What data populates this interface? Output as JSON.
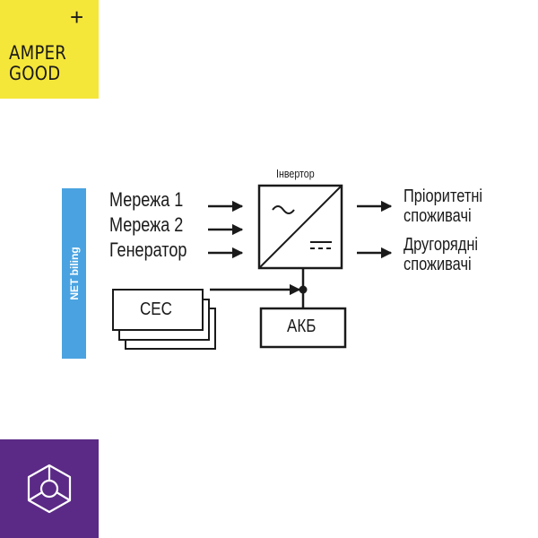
{
  "logo": {
    "line1": "AMPER",
    "line2": "GOOD",
    "plus_icon": "plus-icon"
  },
  "side_bar": {
    "label": "NET biling",
    "color": "#4aa3e0"
  },
  "sources": [
    "Мережа 1",
    "Мережа 2",
    "Генератор"
  ],
  "inverter": {
    "title": "Інвертор",
    "icon": "ac-dc-converter-icon"
  },
  "outputs": [
    {
      "line1": "Пріоритетні",
      "line2": "споживачі"
    },
    {
      "line1": "Другорядні",
      "line2": "споживачі"
    }
  ],
  "ces": {
    "label": "СЕС"
  },
  "battery": {
    "label": "АКБ"
  },
  "colors": {
    "yellow": "#f5e63a",
    "purple": "#5b2a86",
    "blue": "#4aa3e0",
    "ink": "#1a1a1a"
  },
  "footer_icon": "cube-icon"
}
